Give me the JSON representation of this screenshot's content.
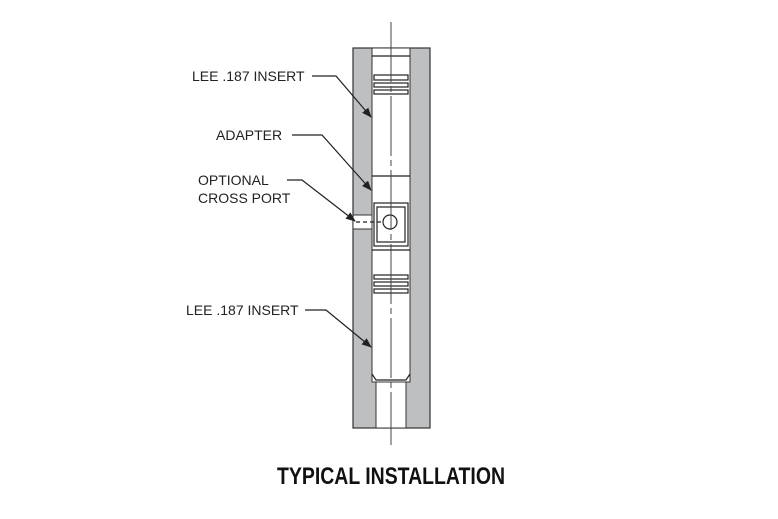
{
  "labels": {
    "upper_insert": "LEE .187 INSERT",
    "adapter": "ADAPTER",
    "cross_port_line1": "OPTIONAL",
    "cross_port_line2": "CROSS PORT",
    "lower_insert": "LEE .187 INSERT"
  },
  "title": "TYPICAL INSTALLATION",
  "colors": {
    "housing": "#bdbfc1",
    "line": "#222222"
  }
}
